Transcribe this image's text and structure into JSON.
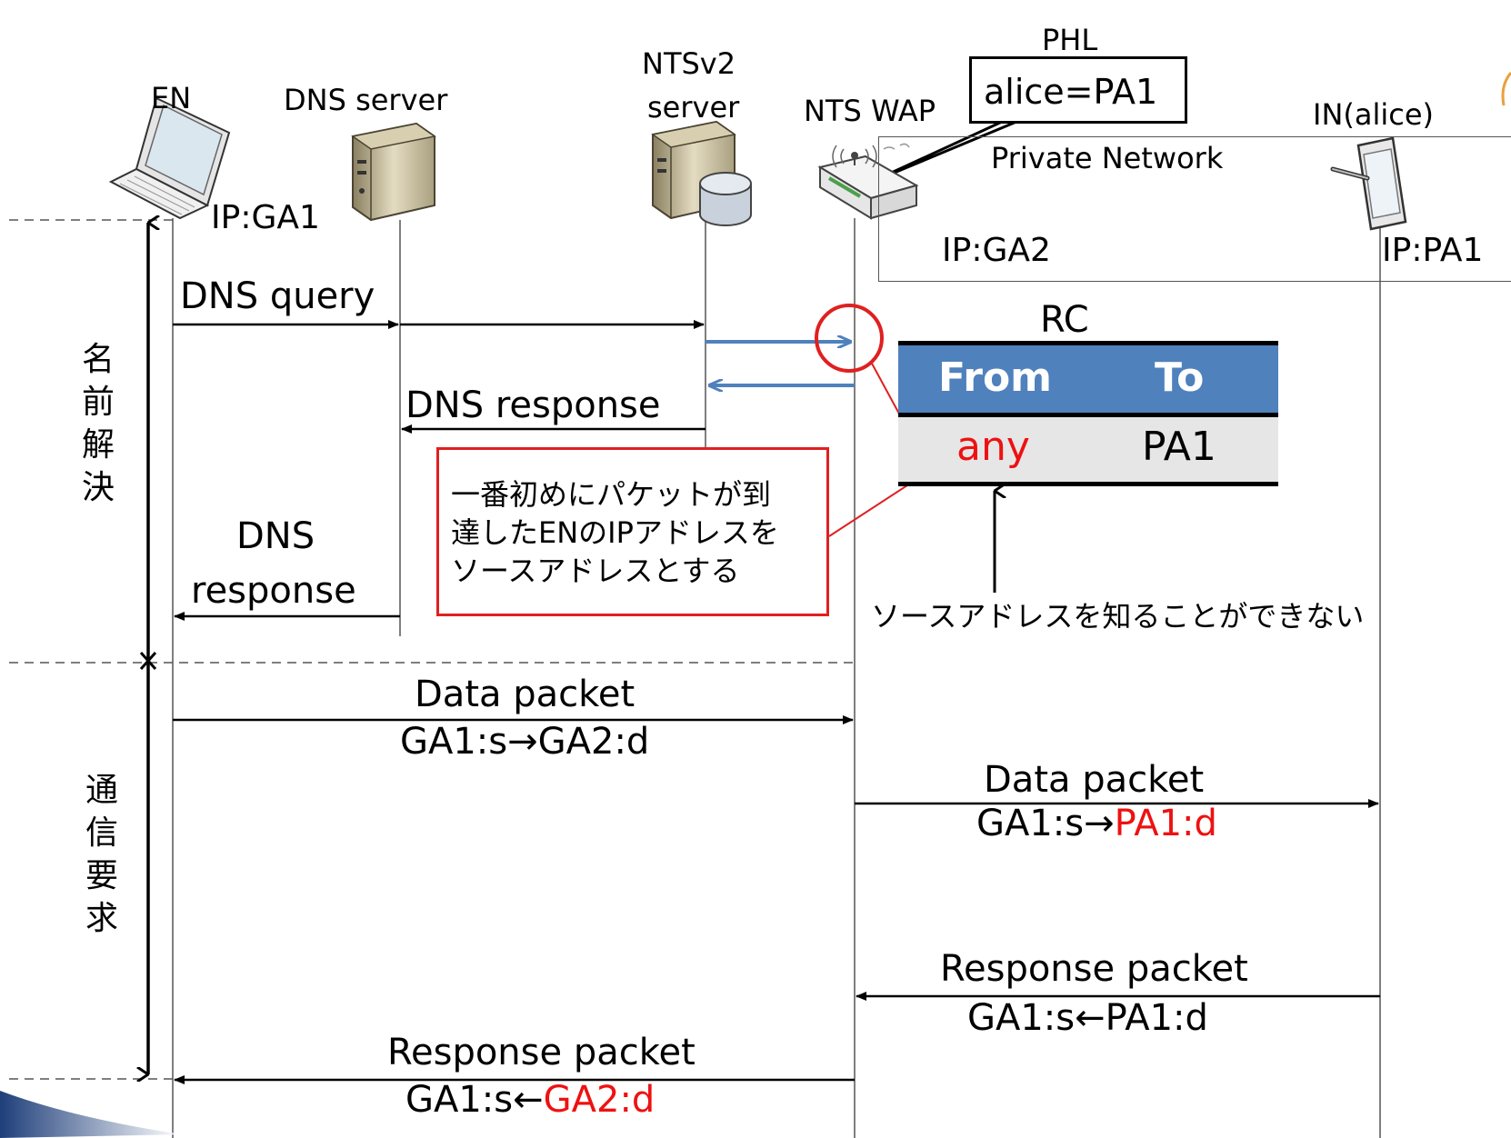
{
  "nodes": {
    "en": "EN",
    "dns_server": "DNS server",
    "ntsv2_server_line1": "NTSv2",
    "ntsv2_server_line2": "server",
    "nts_wap": "NTS WAP",
    "in_alice": "IN(alice)"
  },
  "addresses": {
    "en_ip": "IP:GA1",
    "wap_ip": "IP:GA2",
    "in_ip": "IP:PA1"
  },
  "phl": {
    "title": "PHL",
    "entry": "alice=PA1"
  },
  "private_network": "Private Network",
  "phases": {
    "name_resolution": [
      "名",
      "前",
      "解",
      "決"
    ],
    "communication_request": [
      "通",
      "信",
      "要",
      "求"
    ]
  },
  "messages": {
    "dns_query": "DNS query",
    "dns_response_1": "DNS response",
    "dns_response_2_line1": "DNS",
    "dns_response_2_line2": "response",
    "data_packet_1": "Data packet",
    "data_packet_1_addr": "GA1:s→GA2:d",
    "data_packet_2": "Data packet",
    "data_packet_2_addr_black": "GA1:s→",
    "data_packet_2_addr_red": "PA1:d",
    "response_packet_1": "Response packet",
    "response_packet_1_addr": "GA1:s←PA1:d",
    "response_packet_2": "Response packet",
    "response_packet_2_addr_black": "GA1:s←",
    "response_packet_2_addr_red": "GA2:d"
  },
  "rc_table": {
    "title": "RC",
    "headers": [
      "From",
      "To"
    ],
    "row": [
      "any",
      "PA1"
    ]
  },
  "note": [
    "一番初めにパケットが到",
    "達したENのIPアドレスを",
    "ソースアドレスとする"
  ],
  "caption_unknown_source": "ソースアドレスを知ることができない",
  "colors": {
    "rc_header": "#4f81bd",
    "rc_row": "#e6e6e6",
    "highlight_red": "#ee1111",
    "ntsv2_arrow": "#4f81bd"
  }
}
